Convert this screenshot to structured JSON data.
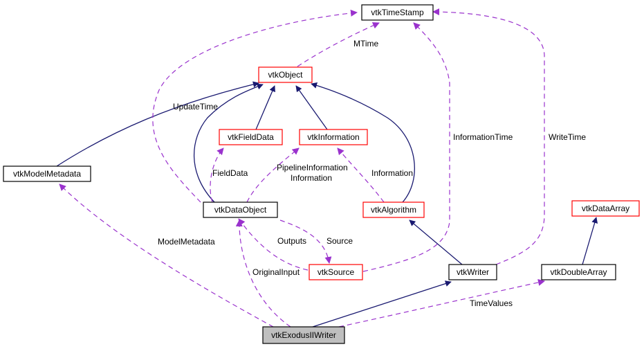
{
  "diagram": {
    "title": "vtkExodusIIWriter collaboration graph",
    "colors": {
      "inheritance_edge": "#191970",
      "usage_edge": "#9a32cd",
      "documented_border": "#000000",
      "undocumented_border": "#ff0000",
      "focus_fill": "#bfbfbf"
    },
    "nodes": {
      "vtkTimeStamp": {
        "label": "vtkTimeStamp",
        "border": "black"
      },
      "vtkObject": {
        "label": "vtkObject",
        "border": "red"
      },
      "vtkFieldData": {
        "label": "vtkFieldData",
        "border": "red"
      },
      "vtkInformation": {
        "label": "vtkInformation",
        "border": "red"
      },
      "vtkModelMetadata": {
        "label": "vtkModelMetadata",
        "border": "black"
      },
      "vtkDataObject": {
        "label": "vtkDataObject",
        "border": "black"
      },
      "vtkAlgorithm": {
        "label": "vtkAlgorithm",
        "border": "red"
      },
      "vtkDataArray": {
        "label": "vtkDataArray",
        "border": "red"
      },
      "vtkSource": {
        "label": "vtkSource",
        "border": "red"
      },
      "vtkWriter": {
        "label": "vtkWriter",
        "border": "black"
      },
      "vtkDoubleArray": {
        "label": "vtkDoubleArray",
        "border": "black"
      },
      "vtkExodusIIWriter": {
        "label": "vtkExodusIIWriter",
        "border": "black",
        "focus": true
      }
    },
    "edge_labels": {
      "mtime": "MTime",
      "update_time": "UpdateTime",
      "information_time": "InformationTime",
      "write_time": "WriteTime",
      "field_data": "FieldData",
      "pipeline_information": "PipelineInformation",
      "information_pipe2": "Information",
      "information": "Information",
      "model_metadata": "ModelMetadata",
      "outputs": "Outputs",
      "source": "Source",
      "original_input": "OriginalInput",
      "time_values": "TimeValues"
    },
    "inheritance": [
      [
        "vtkModelMetadata",
        "vtkObject"
      ],
      [
        "vtkDataObject",
        "vtkObject"
      ],
      [
        "vtkFieldData",
        "vtkObject"
      ],
      [
        "vtkInformation",
        "vtkObject"
      ],
      [
        "vtkAlgorithm",
        "vtkObject"
      ],
      [
        "vtkWriter",
        "vtkAlgorithm"
      ],
      [
        "vtkDoubleArray",
        "vtkDataArray"
      ],
      [
        "vtkExodusIIWriter",
        "vtkWriter"
      ]
    ],
    "usage": [
      [
        "vtkObject",
        "vtkTimeStamp",
        "MTime"
      ],
      [
        "vtkDataObject",
        "vtkTimeStamp",
        "UpdateTime"
      ],
      [
        "vtkSource",
        "vtkTimeStamp",
        "InformationTime"
      ],
      [
        "vtkWriter",
        "vtkTimeStamp",
        "WriteTime"
      ],
      [
        "vtkDataObject",
        "vtkFieldData",
        "FieldData"
      ],
      [
        "vtkDataObject",
        "vtkInformation",
        "PipelineInformation / Information"
      ],
      [
        "vtkAlgorithm",
        "vtkInformation",
        "Information"
      ],
      [
        "vtkExodusIIWriter",
        "vtkModelMetadata",
        "ModelMetadata"
      ],
      [
        "vtkSource",
        "vtkDataObject",
        "Outputs"
      ],
      [
        "vtkDataObject",
        "vtkSource",
        "Source"
      ],
      [
        "vtkExodusIIWriter",
        "vtkDataObject",
        "OriginalInput"
      ],
      [
        "vtkExodusIIWriter",
        "vtkDoubleArray",
        "TimeValues"
      ]
    ]
  }
}
